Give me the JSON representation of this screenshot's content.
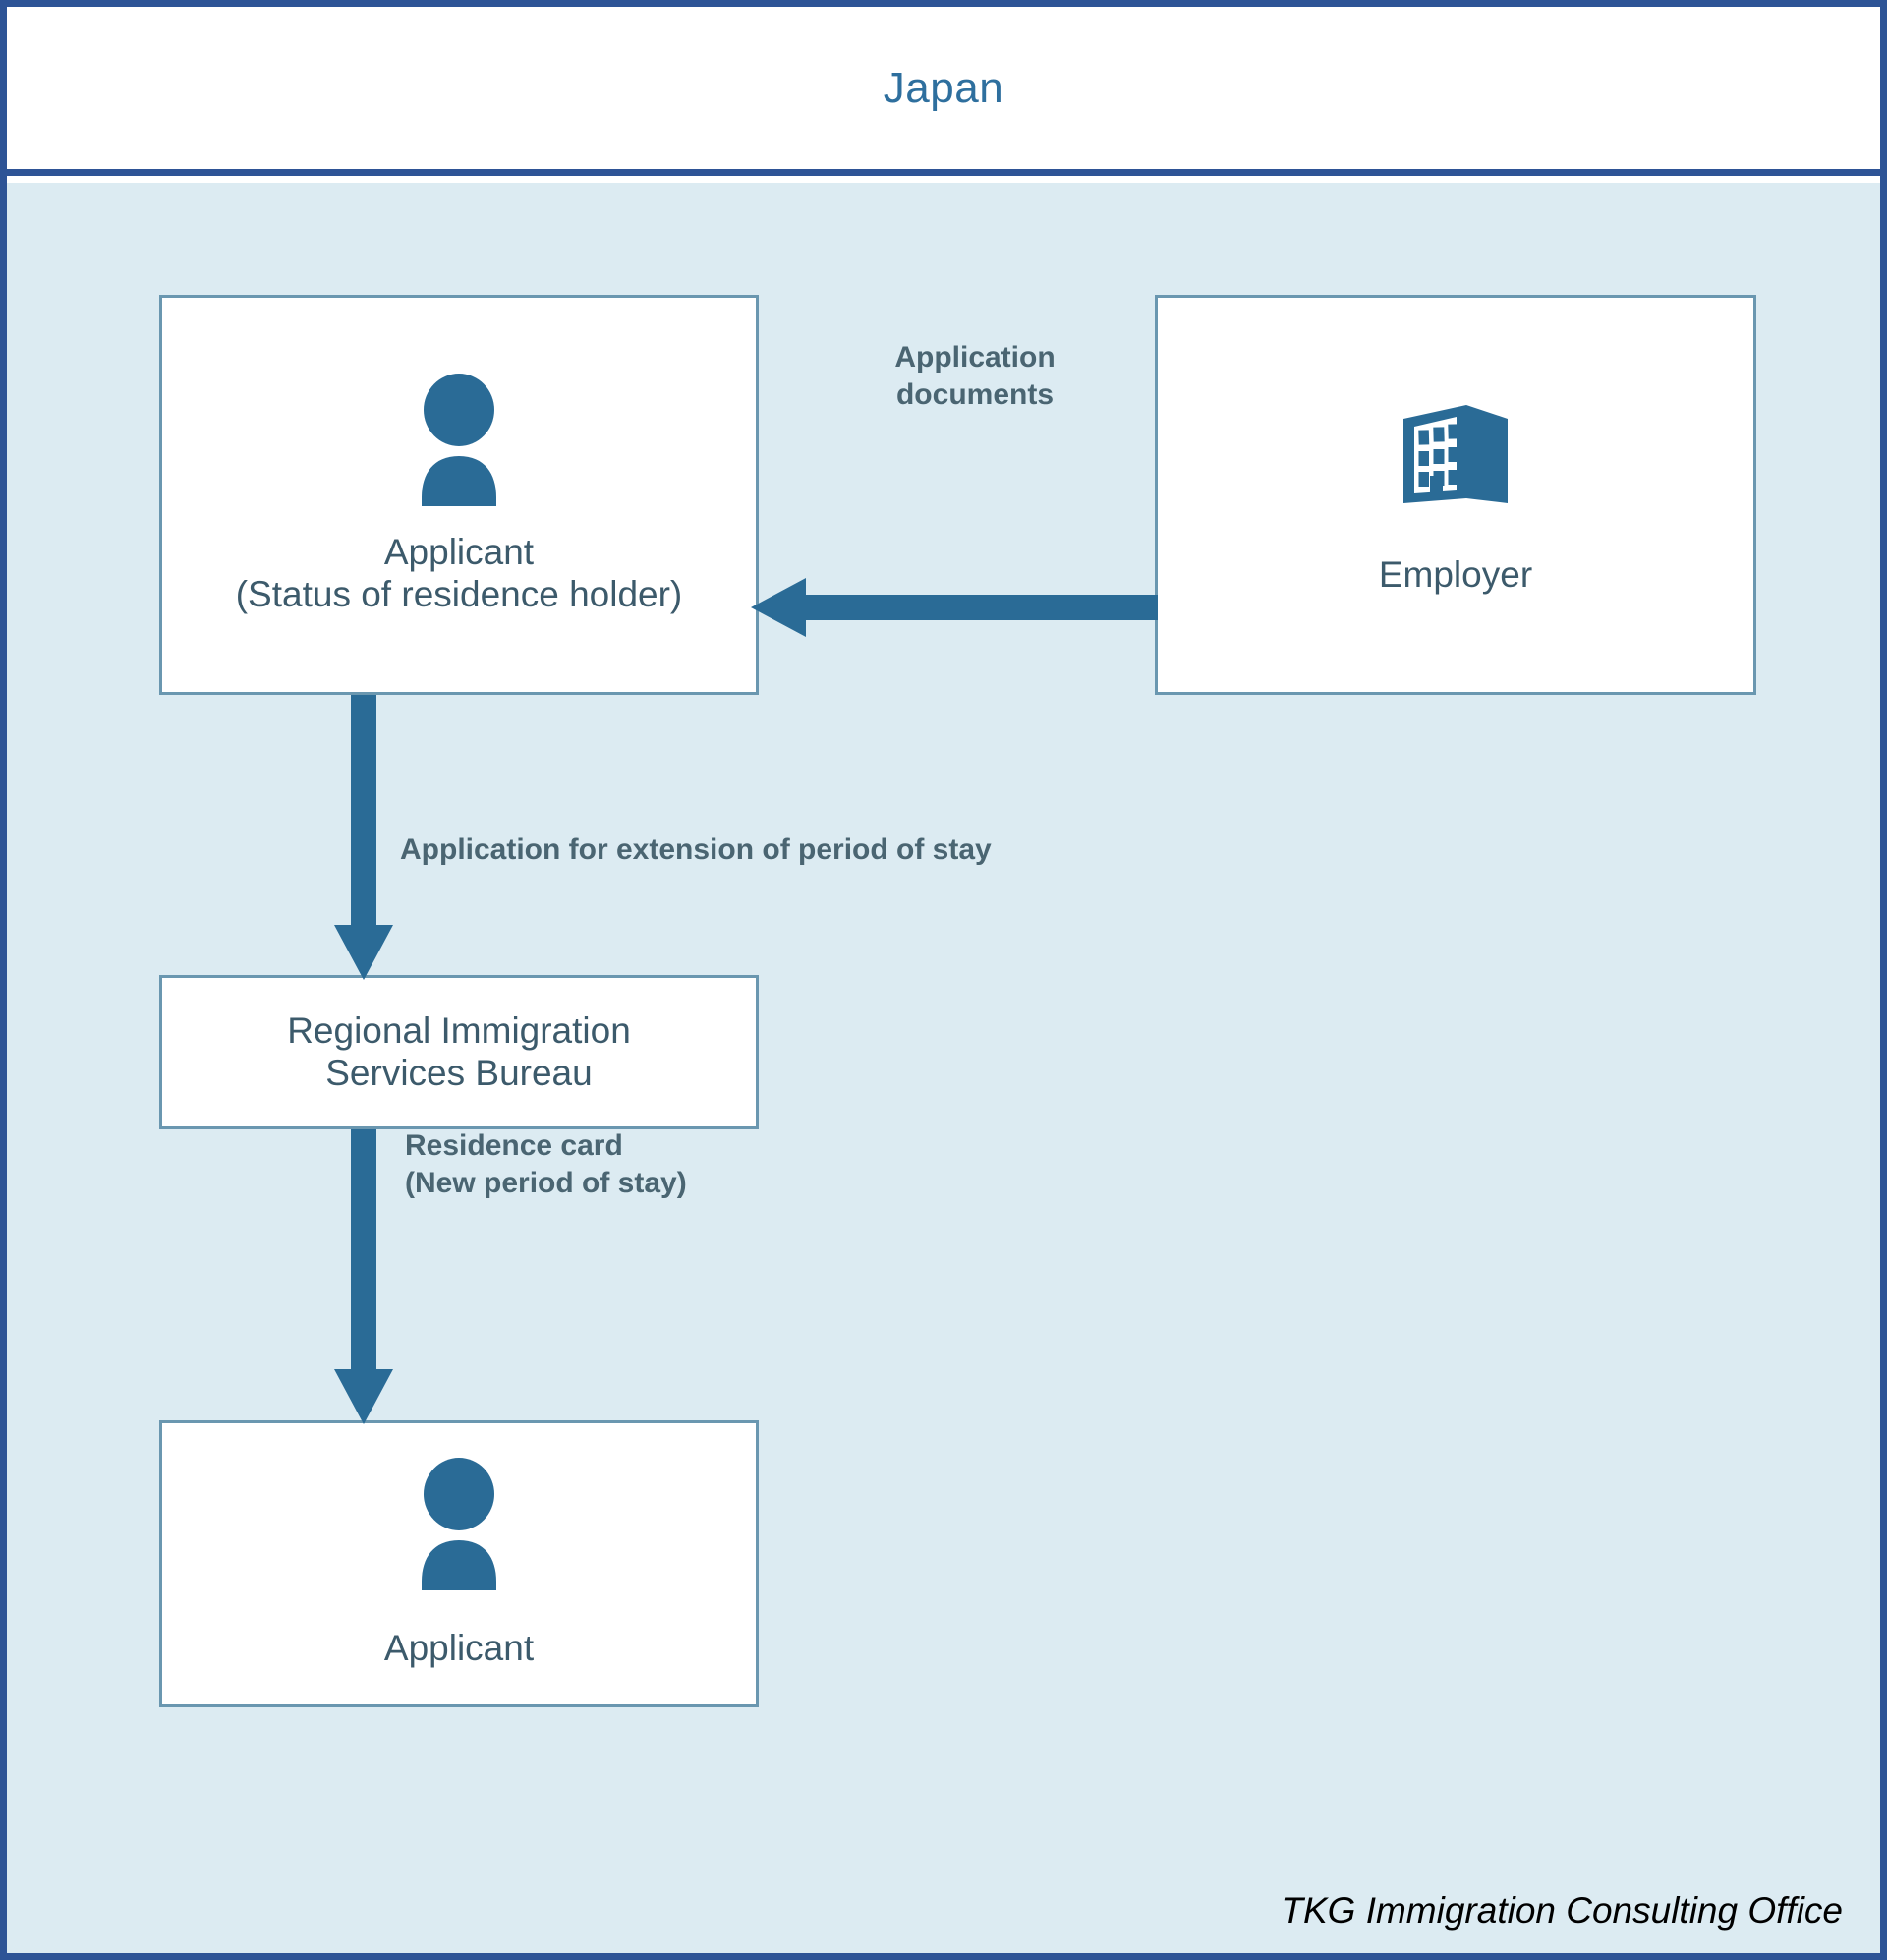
{
  "diagram": {
    "title": "Japan",
    "title_color": "#2E6F9E",
    "frame_color": "#2E5496",
    "panel_background": "#DCEBF2",
    "box_border_color": "#6A97B0",
    "accent_color": "#2A6B96",
    "node_text_color": "#3C5A6B",
    "edge_label_color": "#4A6572"
  },
  "nodes": [
    {
      "id": "applicant-top",
      "icon": "person-icon",
      "label": "Applicant\n(Status of residence holder)"
    },
    {
      "id": "employer",
      "icon": "building-icon",
      "label": "Employer"
    },
    {
      "id": "bureau",
      "icon": "none",
      "label": "Regional Immigration\nServices Bureau"
    },
    {
      "id": "applicant-bottom",
      "icon": "person-icon",
      "label": "Applicant"
    }
  ],
  "edges": [
    {
      "id": "employer-to-applicant",
      "from": "employer",
      "to": "applicant-top",
      "direction": "left",
      "label": "Application\ndocuments"
    },
    {
      "id": "applicant-to-bureau",
      "from": "applicant-top",
      "to": "bureau",
      "direction": "down",
      "label": "Application for extension of period of stay"
    },
    {
      "id": "bureau-to-applicant",
      "from": "bureau",
      "to": "applicant-bottom",
      "direction": "down",
      "label": "Residence card\n(New period of stay)"
    }
  ],
  "footer": {
    "credit": "TKG Immigration Consulting Office"
  }
}
